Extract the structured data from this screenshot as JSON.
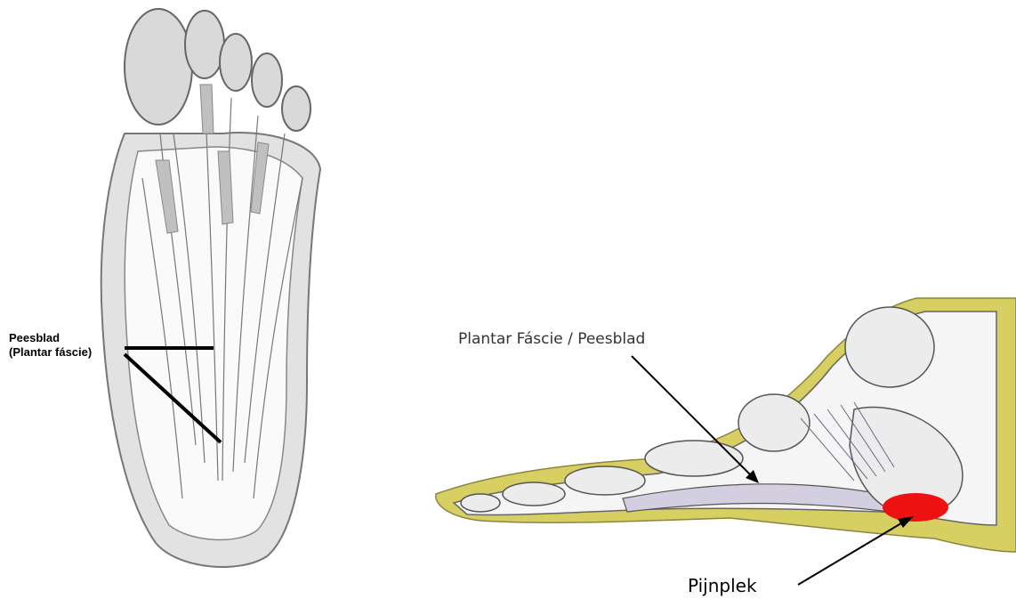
{
  "left_figure": {
    "label_line1": "Peesblad",
    "label_line2": "(Plantar fáscie)"
  },
  "right_figure": {
    "label": "Plantar Fáscie / Peesblad",
    "pain_label": "Pijnplek",
    "pain_color": "#ee1111",
    "fat_color": "#d8cf62",
    "bone_fill": "#ececec",
    "tissue_color": "#a3a1b5"
  }
}
